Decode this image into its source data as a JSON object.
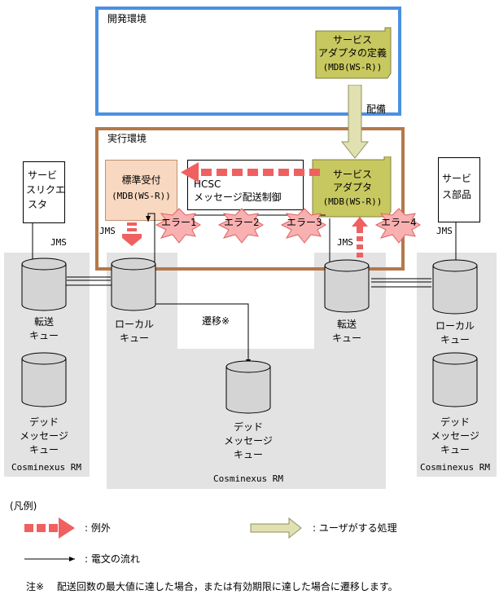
{
  "dev_env": {
    "label": "開発環境"
  },
  "exec_env": {
    "label": "実行環境"
  },
  "deploy_label": "配備",
  "adapter_def": {
    "line1": "サービス",
    "line2": "アダプタの定義",
    "line3": "(MDB(WS-R))"
  },
  "adapter": {
    "line1": "サービス",
    "line2": "アダプタ",
    "line3": "(MDB(WS-R))"
  },
  "standard": {
    "line1": "標準受付",
    "line2": "(MDB(WS-R))"
  },
  "hcsc": {
    "line1": "HCSC",
    "line2": "メッセージ配送制御"
  },
  "requester": {
    "line1": "サービ",
    "line2": "スリクエ",
    "line3": "スタ"
  },
  "component": {
    "line1": "サービ",
    "line2": "ス部品"
  },
  "errors": [
    "エラー1",
    "エラー2",
    "エラー3",
    "エラー4"
  ],
  "jms": "JMS",
  "transfer_queue": {
    "line1": "転送",
    "line2": "キュー"
  },
  "local_queue": {
    "line1": "ローカル",
    "line2": "キュー"
  },
  "dead_queue": {
    "line1": "デッド",
    "line2": "メッセージ",
    "line3": "キュー"
  },
  "rm_label": "Cosminexus RM",
  "transition": "遷移※",
  "legend": {
    "title": "(凡例)",
    "exception": ": 例外",
    "user_process": ": ユーザがする処理",
    "message_flow": ": 電文の流れ"
  },
  "note": "注※　 配送回数の最大値に達した場合，または有効期限に達した場合に遷移します。",
  "colors": {
    "env_blue": "#4a90e2",
    "env_brown": "#b5784a",
    "olive": "#c8c860",
    "peach": "#f8d8c0",
    "red": "#f06060",
    "arrow_green": "#e0e0b0",
    "star": "#f8b0b0"
  }
}
